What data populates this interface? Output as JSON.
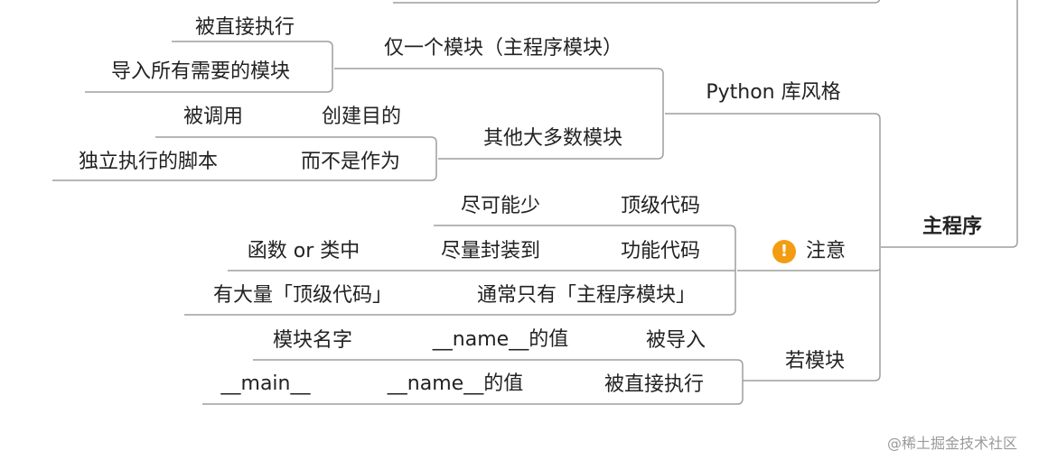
{
  "root": "主程序",
  "python_style": {
    "label": "Python 库风格",
    "single": {
      "label": "仅一个模块（主程序模块）",
      "executed": "被直接执行",
      "imports": "导入所有需要的模块"
    },
    "most": {
      "label": "其他大多数模块",
      "called": "被调用",
      "purpose": "创建目的",
      "script": "独立执行的脚本",
      "not_as": "而不是作为"
    }
  },
  "note": {
    "label": "注意",
    "icon": "exclamation-icon",
    "icon_glyph": "!",
    "icon_color": "#f39c12",
    "top_code": "顶级代码",
    "as_few": "尽可能少",
    "func_code": "功能代码",
    "package": "尽量封装到",
    "func_or_class": "函数 or 类中",
    "usually": "通常只有「主程序模块」",
    "has_many": "有大量「顶级代码」"
  },
  "if_module": {
    "label": "若模块",
    "imported": "被导入",
    "name_value_1": "__name__的值",
    "module_name": "模块名字",
    "executed": "被直接执行",
    "name_value_2": "__name__的值",
    "main": "__main__"
  },
  "watermark": "@稀土掘金技术社区",
  "line_color": "#9e9e9e"
}
